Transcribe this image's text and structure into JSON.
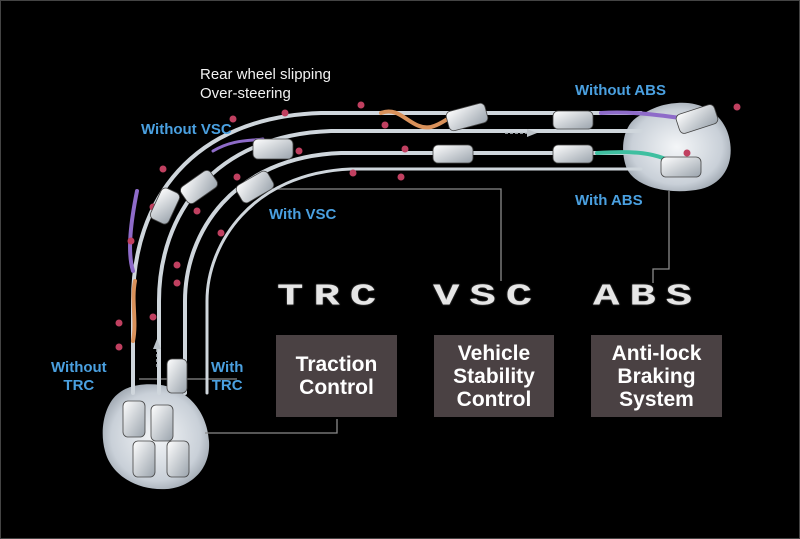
{
  "annotation": {
    "line1": "Rear wheel slipping",
    "line2": "Over-steering"
  },
  "labels": {
    "without_vsc": "Without VSC",
    "with_vsc": "With VSC",
    "without_abs": "Without ABS",
    "with_abs": "With ABS",
    "without_trc_1": "Without",
    "without_trc_2": "TRC",
    "with_trc_1": "With",
    "with_trc_2": "TRC"
  },
  "acronyms": {
    "trc": "TRC",
    "vsc": "VSC",
    "abs": "ABS"
  },
  "boxes": {
    "traction": {
      "line1": "Traction",
      "line2": "Control"
    },
    "stability": {
      "line1": "Vehicle",
      "line2": "Stability",
      "line3": "Control"
    },
    "braking": {
      "line1": "Anti-lock",
      "line2": "Braking",
      "line3": "System"
    }
  },
  "colors": {
    "background": "#000000",
    "label_blue": "#4aa0e0",
    "track": "#cfd6dc",
    "slip_orange": "#d9915a",
    "slip_purple": "#8e6bc9",
    "abs_teal": "#3fbfa0",
    "box_fill": "#4a4143",
    "marker": "#c04060"
  }
}
